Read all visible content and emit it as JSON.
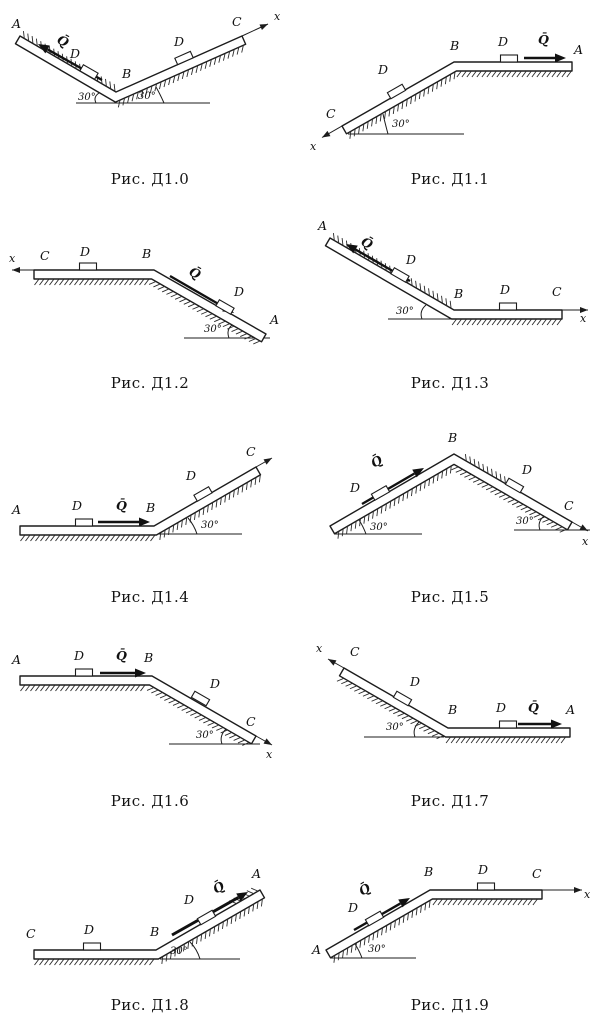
{
  "page": {
    "background": "#ffffff",
    "ink": "#1c1c1c"
  },
  "labels": {
    "A": "A",
    "B": "B",
    "C": "C",
    "D": "D",
    "Q": "Q̄",
    "x": "x",
    "angle": "30°"
  },
  "figures": [
    {
      "caption": "Рис. Д1.0"
    },
    {
      "caption": "Рис. Д1.1"
    },
    {
      "caption": "Рис. Д1.2"
    },
    {
      "caption": "Рис. Д1.3"
    },
    {
      "caption": "Рис. Д1.4"
    },
    {
      "caption": "Рис. Д1.5"
    },
    {
      "caption": "Рис. Д1.6"
    },
    {
      "caption": "Рис. Д1.7"
    },
    {
      "caption": "Рис. Д1.8"
    },
    {
      "caption": "Рис. Д1.9"
    }
  ]
}
